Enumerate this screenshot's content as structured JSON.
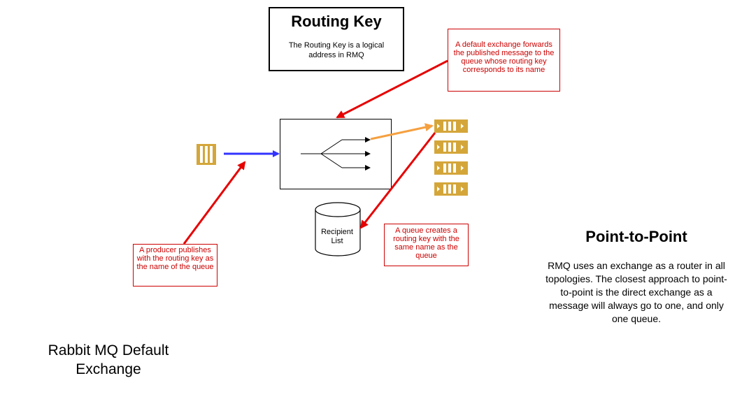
{
  "routing_key_box": {
    "title": "Routing Key",
    "body": "The Routing Key is a logical address in RMQ"
  },
  "notes": {
    "default_exchange": "A default exchange forwards the published message to the queue whose routing key corresponds to its name",
    "queue_creates": "A queue creates a routing key with the same name as the queue",
    "producer_publishes": "A producer publishes with the routing key as the name of the queue"
  },
  "recipient_list": "Recipient List",
  "point_to_point": {
    "title": "Point-to-Point",
    "body": "RMQ uses an exchange as a router in all topologies. The closest approach to point-to-point is the direct exchange as a message will always go to one, and only one queue."
  },
  "caption": "Rabbit MQ Default Exchange",
  "colors": {
    "annotation_red": "#e60000",
    "producer_arrow_blue": "#3333ff",
    "routed_arrow_orange": "#f5a040",
    "queue_gold": "#d4a63a"
  },
  "icons": {
    "producer": "message-icon",
    "queues": [
      "queue-icon",
      "queue-icon",
      "queue-icon",
      "queue-icon"
    ],
    "recipient_list": "database-cylinder-icon"
  }
}
